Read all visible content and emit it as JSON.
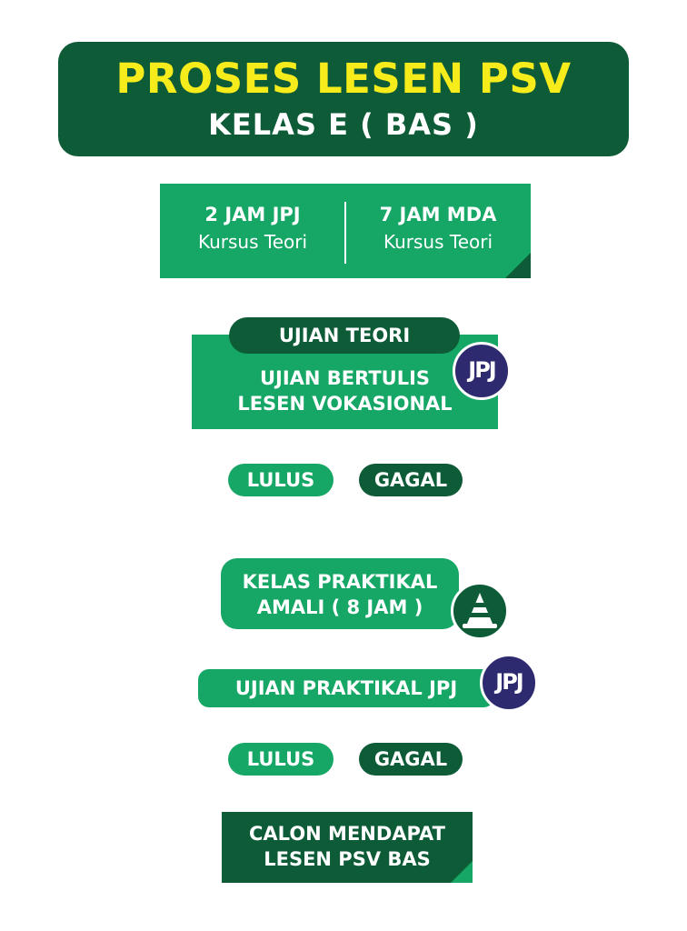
{
  "colors": {
    "dark_green": "#0d5b37",
    "light_green": "#16a766",
    "yellow": "#f6ec1b",
    "jpj_navy": "#2e2a70"
  },
  "header": {
    "title": "PROSES LESEN PSV",
    "subtitle": "KELAS E ( BAS )"
  },
  "courses": [
    {
      "hours": "2 JAM JPJ",
      "type": "Kursus Teori"
    },
    {
      "hours": "7 JAM MDA",
      "type": "Kursus Teori"
    }
  ],
  "theory_test": {
    "tab_label": "UJIAN TEORI",
    "line1": "UJIAN BERTULIS",
    "line2": "LESEN VOKASIONAL",
    "logo_icon": "jpj-logo-icon",
    "logo_text": "JPJ"
  },
  "results_1": {
    "pass": "LULUS",
    "fail": "GAGAL"
  },
  "practical_class": {
    "line1": "KELAS PRAKTIKAL",
    "line2": "AMALI ( 8 JAM )",
    "icon": "traffic-cone-icon"
  },
  "practical_test": {
    "label": "UJIAN PRAKTIKAL JPJ",
    "logo_icon": "jpj-logo-icon",
    "logo_text": "JPJ"
  },
  "results_2": {
    "pass": "LULUS",
    "fail": "GAGAL"
  },
  "final": {
    "line1": "CALON MENDAPAT",
    "line2": "LESEN PSV BAS"
  }
}
